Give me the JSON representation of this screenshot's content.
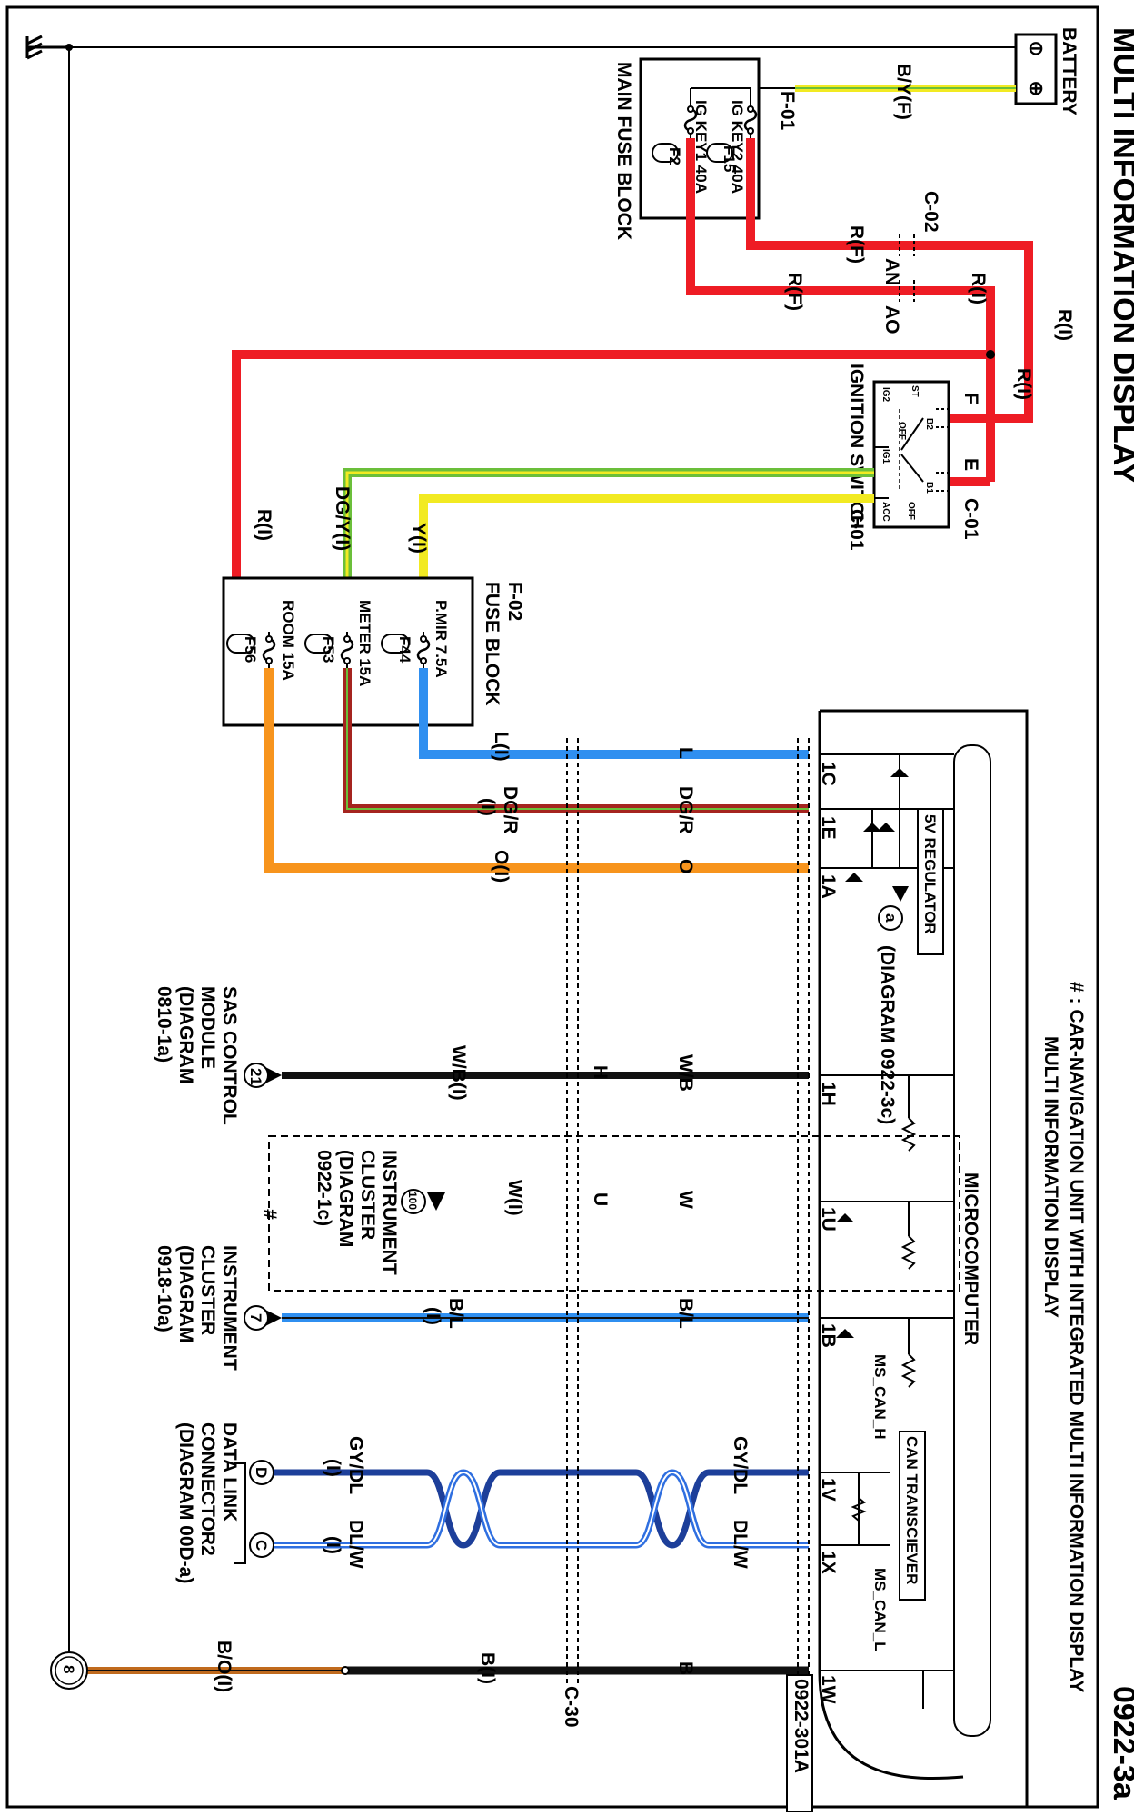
{
  "title": "MULTI INFORMATION DISPLAY",
  "page_number": "0922-3a",
  "diagram_code": "0922-301A",
  "note": "# : CAR-NAVIGATION UNIT WITH INTEGRATED MULTI INFORMATION DISPLAY",
  "unit_label": "MULTI INFORMATION DISPLAY",
  "colors": {
    "red": "#ee1c24",
    "yellow": "#f2ea22",
    "green": "#6bbf3a",
    "blue": "#2f8ff0",
    "darkred": "#a5241f",
    "orange": "#f7941d",
    "navy": "#1d3f9a",
    "black": "#111111",
    "brown": "#c06a1d"
  },
  "battery": {
    "label": "BATTERY",
    "minus": "⊖",
    "plus": "⊕"
  },
  "main_fuse": {
    "label": "MAIN FUSE BLOCK",
    "connector": "F-01",
    "fuses": [
      {
        "name": "IG KEY2 40A",
        "id": "F15"
      },
      {
        "name": "IG KEY1 40A",
        "id": "F2"
      }
    ]
  },
  "wires": {
    "by_f": "B/Y(F)",
    "r_f_top": "R(F)",
    "r_f_bottom": "R(F)",
    "r_i_1": "R(I)",
    "r_i_2": "R(I)",
    "r_i_3": "R(I)",
    "r_i_left": "R(I)",
    "dg_y_i": "DG/Y(I)",
    "y_i": "Y(I)"
  },
  "c02": {
    "name": "C-02",
    "pin_an": "AN",
    "pin_ao": "AO"
  },
  "ignition_switch": {
    "label": "IGNITION SWITCH",
    "connector": "C-01",
    "connector_right": "C-01",
    "pin_f": "F",
    "pin_e": "E",
    "contacts": [
      "B2",
      "B1",
      "ST",
      "IG2",
      "OFF",
      "IG1",
      "ACC",
      "OFF"
    ]
  },
  "fuse_block": {
    "connector": "F-02",
    "label": "FUSE BLOCK",
    "fuses": [
      {
        "name": "P.MIR 7.5A",
        "id": "F44"
      },
      {
        "name": "METER 15A",
        "id": "F53"
      },
      {
        "name": "ROOM 15A",
        "id": "F56"
      }
    ]
  },
  "circuits": [
    {
      "pin": "1C",
      "outer": "L",
      "inner": "L(I)"
    },
    {
      "pin": "1E",
      "outer": "DG/R",
      "inner_a": "DG/R",
      "inner_b": "(I)"
    },
    {
      "pin": "1A",
      "outer": "O",
      "inner": "O(I)"
    },
    {
      "pin": "1H",
      "outer": "W/B",
      "mid": "H",
      "inner": "W/B(I)"
    },
    {
      "pin": "1U",
      "outer": "W",
      "mid": "U",
      "inner": "W(I)"
    },
    {
      "pin": "1B",
      "outer": "B/L",
      "inner_a": "B/L",
      "inner_b": "(I)"
    },
    {
      "pin": "1V",
      "outer": "GY/DL",
      "inner_a": "GY/DL",
      "inner_b": "(I)"
    },
    {
      "pin": "1X",
      "outer": "DL/W",
      "inner_a": "DL/W",
      "inner_b": "(I)"
    },
    {
      "pin": "1W",
      "outer": "B",
      "inner": "B(I)",
      "ground": "B/O(I)"
    }
  ],
  "c30": "C-30",
  "internal": {
    "regulator": "5V REGULATOR",
    "microcomputer": "MICROCOMPUTER",
    "transceiver": "CAN TRANSCIEVER",
    "ms_can_h": "MS_CAN_H",
    "ms_can_l": "MS_CAN_L",
    "ref_a_marker": "a",
    "ref_a_text": "(DIAGRAM 0922-3c)"
  },
  "refs": {
    "sas": {
      "marker": "21",
      "lines": [
        "SAS CONTROL",
        "MODULE",
        "(DIAGRAM",
        "0810-1a)"
      ]
    },
    "instrument_100": {
      "marker": "100",
      "lines": [
        "INSTRUMENT",
        "CLUSTER",
        "(DIAGRAM",
        "0922-1c)"
      ]
    },
    "instrument_7": {
      "marker": "7",
      "lines": [
        "INSTRUMENT",
        "CLUSTER",
        "(DIAGRAM",
        "0918-10a)"
      ]
    },
    "dlc": {
      "marker_d": "D",
      "marker_c": "C",
      "lines": [
        "DATA LINK",
        "CONNECTOR2",
        "(DIAGRAM 00D-a)"
      ]
    },
    "ground": {
      "marker": "8"
    },
    "hash": "#"
  }
}
